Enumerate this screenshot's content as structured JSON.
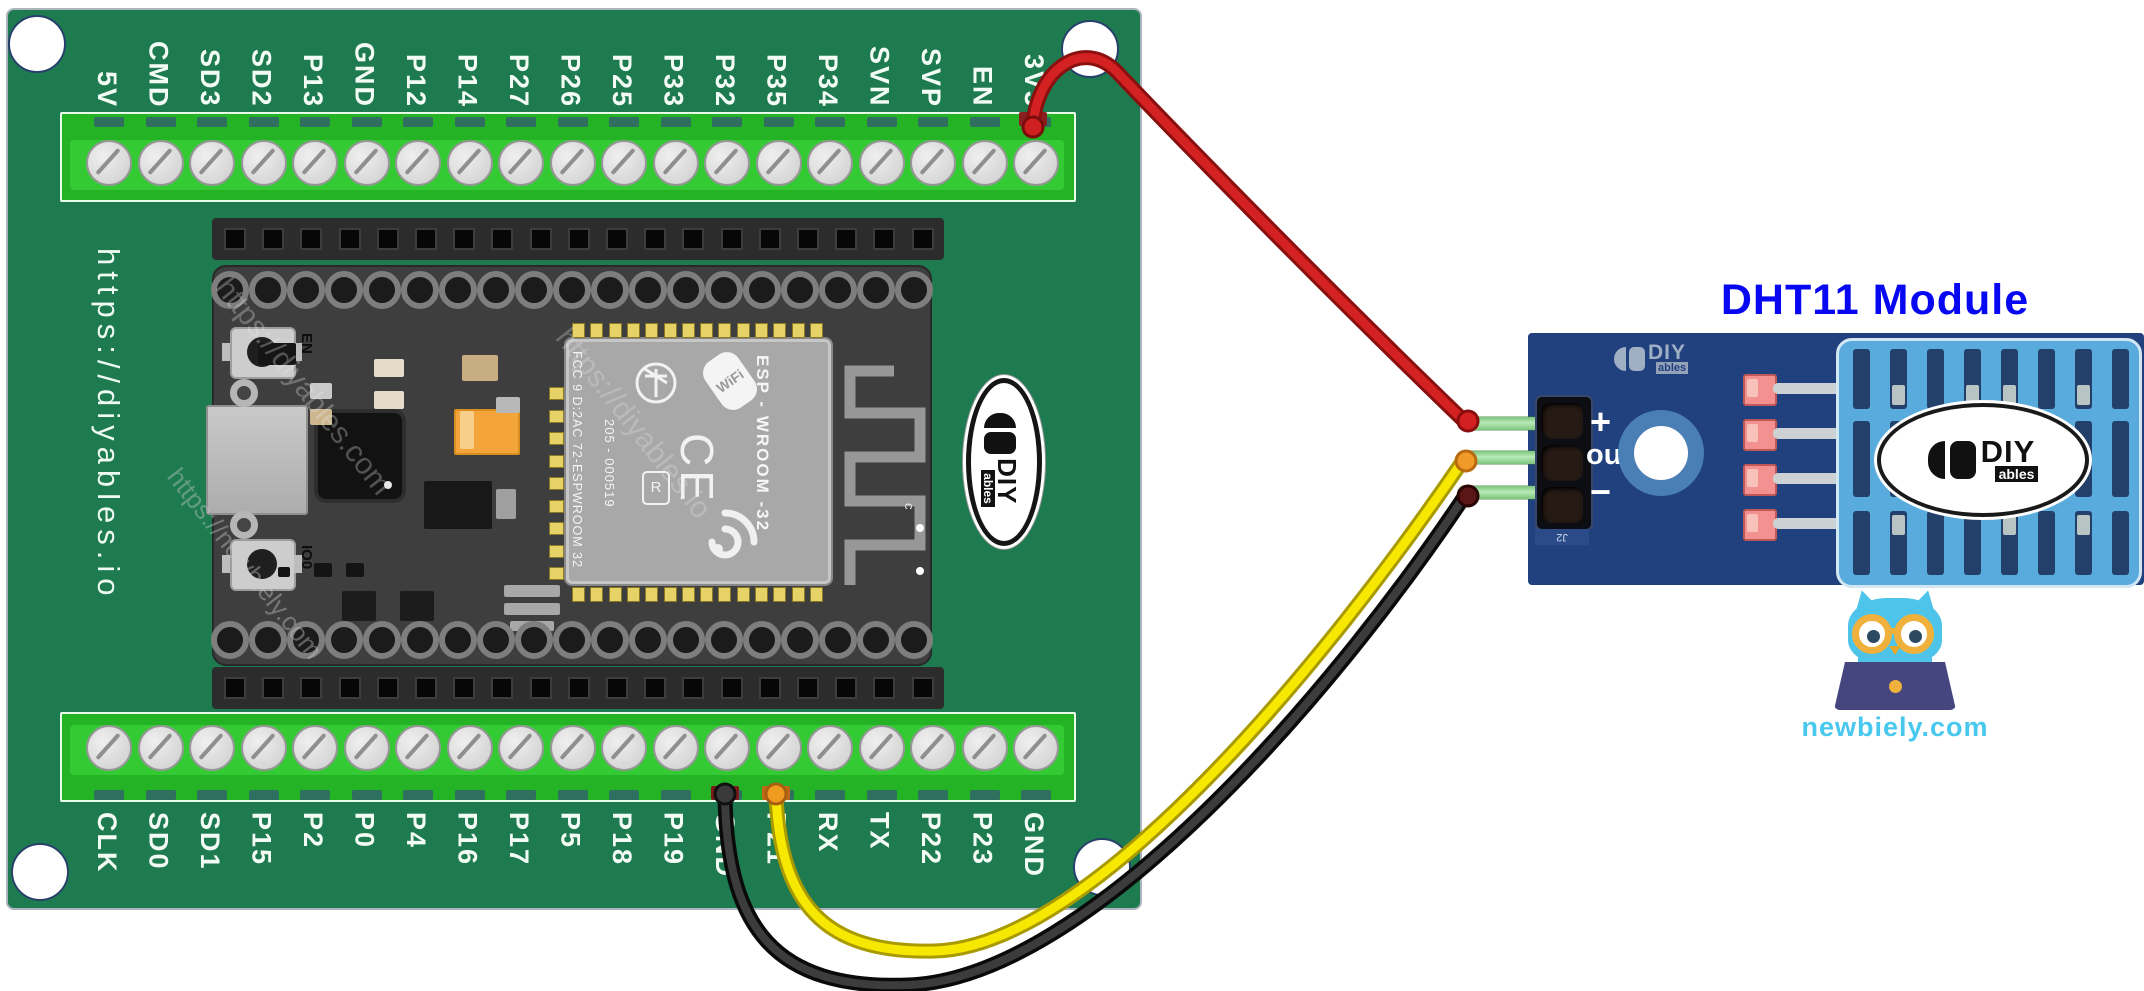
{
  "expansion_board": {
    "name": "ESP32 screw-terminal expansion board",
    "url_text": "https://diyables.io",
    "pcb_color": "#1e7b50",
    "terminal_color": "#2bbf2b",
    "top_pins": [
      "5V",
      "CMD",
      "SD3",
      "SD2",
      "P13",
      "GND",
      "P12",
      "P14",
      "P27",
      "P26",
      "P25",
      "P33",
      "P32",
      "P35",
      "P34",
      "SVN",
      "SVP",
      "EN",
      "3V3"
    ],
    "bottom_pins": [
      "CLK",
      "SD0",
      "SD1",
      "P15",
      "P2",
      "P0",
      "P4",
      "P16",
      "P17",
      "P5",
      "P18",
      "P19",
      "GND",
      "P21",
      "RX",
      "TX",
      "P22",
      "P23",
      "GND"
    ]
  },
  "esp32": {
    "en_button_label": "EN",
    "boot_button_label": "IO0",
    "shield_fcc_text": "FCC 9 D:2AC 72-ESPWROOM 32",
    "shield_serial_text": "205 - 000519",
    "shield_module_name": "ESP - WROOM -32",
    "ce_mark": "CE",
    "wifi_logo_text": "WiFi",
    "r_mark": "R",
    "antenna_mark": "c"
  },
  "logos": {
    "diyables": {
      "brand": "DIY",
      "sub": "ables"
    }
  },
  "watermarks": [
    "https://diyables.com",
    "https://newbiely.com",
    "https://diyables.io"
  ],
  "dht11": {
    "title": "DHT11 Module",
    "title_color": "#0707f2",
    "pcb_color": "#20407e",
    "sensor_color": "#58abdc",
    "pin_plus": "+",
    "pin_out": "out",
    "pin_minus": "−",
    "connector_label": "J2"
  },
  "mascot": {
    "site": "newbiely.com",
    "color": "#49c8ee"
  },
  "wires": [
    {
      "name": "vcc-wire",
      "from": "3V3",
      "to": "+",
      "color": "#d42222"
    },
    {
      "name": "signal-wire",
      "from": "P21",
      "to": "out",
      "color": "#f6e800"
    },
    {
      "name": "ground-wire",
      "from": "GND",
      "to": "−",
      "color": "#383838"
    }
  ]
}
